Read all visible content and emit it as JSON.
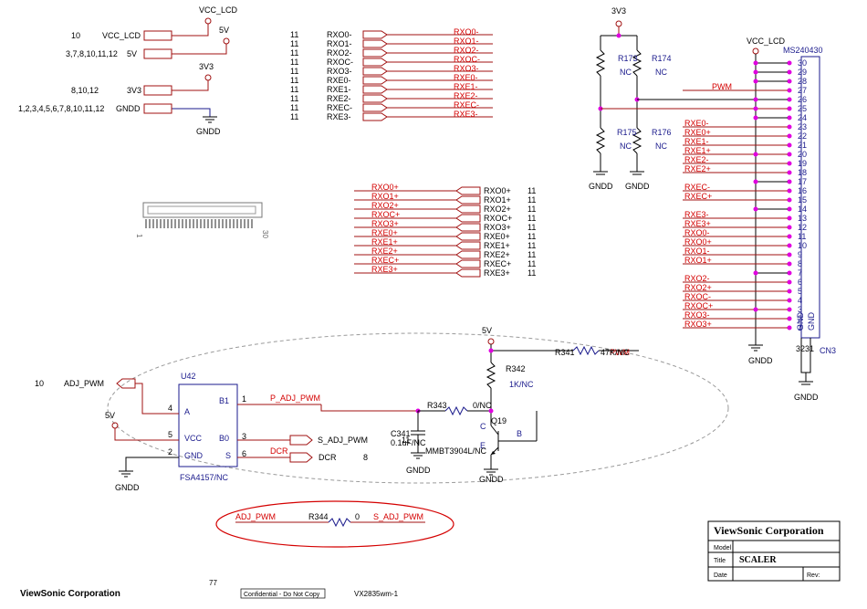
{
  "power": {
    "vcc_lcd": "VCC_LCD",
    "v5": "5V",
    "v3v3": "3V3",
    "gndd": "GNDD"
  },
  "left_ports": [
    {
      "sheets": "10",
      "name": "VCC_LCD"
    },
    {
      "sheets": "3,7,8,10,11,12",
      "name": "5V"
    },
    {
      "sheets": "8,10,12",
      "name": "3V3"
    },
    {
      "sheets": "1,2,3,4,5,6,7,8,10,11,12",
      "name": "GNDD"
    }
  ],
  "rx_neg": {
    "sheet": "11",
    "ports": [
      "RXO0-",
      "RXO1-",
      "RXO2-",
      "RXOC-",
      "RXO3-",
      "RXE0-",
      "RXE1-",
      "RXE2-",
      "RXEC-",
      "RXE3-"
    ],
    "nets": [
      "RXO0-",
      "RXO1-",
      "RXO2-",
      "RXOC-",
      "RXO3-",
      "RXE0-",
      "RXE1-",
      "RXE2-",
      "RXEC-",
      "RXE3-"
    ]
  },
  "rx_pos": {
    "sheet": "11",
    "nets": [
      "RXO0+",
      "RXO1+",
      "RXO2+",
      "RXOC+",
      "RXO3+",
      "RXE0+",
      "RXE1+",
      "RXE2+",
      "RXEC+",
      "RXE3+"
    ],
    "ports": [
      "RXO0+",
      "RXO1+",
      "RXO2+",
      "RXOC+",
      "RXO3+",
      "RXE0+",
      "RXE1+",
      "RXE2+",
      "RXEC+",
      "RXE3+"
    ]
  },
  "footprint": {
    "pin1": "1",
    "pin30": "30"
  },
  "resistors": {
    "r173": "R173",
    "r174": "R174",
    "r175": "R175",
    "r176": "R176",
    "nc": "NC",
    "r341": "R341",
    "r341_val": "47K/NC",
    "r342": "R342",
    "r342_val": "1K/NC",
    "r343": "R343",
    "r343_val": "0/NC",
    "r344": "R344",
    "r344_val": "0"
  },
  "connector": {
    "part": "MS240430",
    "ref": "CN3",
    "pins": [
      "30",
      "29",
      "28",
      "27",
      "26",
      "25",
      "24",
      "23",
      "22",
      "21",
      "20",
      "19",
      "18",
      "17",
      "16",
      "15",
      "14",
      "13",
      "12",
      "11",
      "10",
      "9",
      "8",
      "7",
      "6",
      "5",
      "4",
      "3",
      "2",
      "1"
    ],
    "nets": {
      "27": "PWM",
      "23": "RXE0-",
      "22": "RXE0+",
      "21": "RXE1-",
      "20": "RXE1+",
      "19": "RXE2-",
      "18": "RXE2+",
      "16": "RXEC-",
      "15": "RXEC+",
      "13": "RXE3-",
      "12": "RXE3+",
      "11": "RXO0-",
      "10": "RXO0+",
      "9": "RXO1-",
      "8": "RXO1+",
      "6": "RXO2-",
      "5": "RXO2+",
      "4": "RXOC-",
      "3": "RXOC+",
      "2": "RXO3-",
      "1": "RXO3+"
    },
    "gnd_pins": [
      "32",
      "31"
    ],
    "gnd_label": "GND"
  },
  "switch": {
    "ref": "U42",
    "part": "FSA4157/NC",
    "pins": [
      {
        "num": "4",
        "name": "A"
      },
      {
        "num": "5",
        "name": "VCC"
      },
      {
        "num": "2",
        "name": "GND"
      },
      {
        "num": "1",
        "name": "B1"
      },
      {
        "num": "3",
        "name": "B0"
      },
      {
        "num": "6",
        "name": "S"
      }
    ],
    "in_port": "ADJ_PWM",
    "in_sheet": "10",
    "net_b1": "P_ADJ_PWM",
    "out_b0": "S_ADJ_PWM",
    "out_b0_sheet": "11",
    "net_dcr": "DCR",
    "out_dcr": "DCR",
    "out_dcr_sheet": "8"
  },
  "transistor": {
    "ref": "Q19",
    "part": "MMBT3904L/NC",
    "c": "C",
    "b": "B",
    "e": "E"
  },
  "capacitor": {
    "ref": "C341",
    "val": "0.1uF/NC"
  },
  "pwm_net": "PWM",
  "bypass": {
    "left": "ADJ_PWM",
    "right": "S_ADJ_PWM"
  },
  "title_block": {
    "company": "ViewSonic Corporation",
    "model_label": "Model",
    "title_label": "Title",
    "title": "SCALER",
    "date_label": "Date",
    "rev_label": "Rev:"
  },
  "footer": {
    "company": "ViewSonic Corporation",
    "page": "77",
    "confidential": "Confidential - Do Not Copy",
    "model": "VX2835wm-1"
  }
}
